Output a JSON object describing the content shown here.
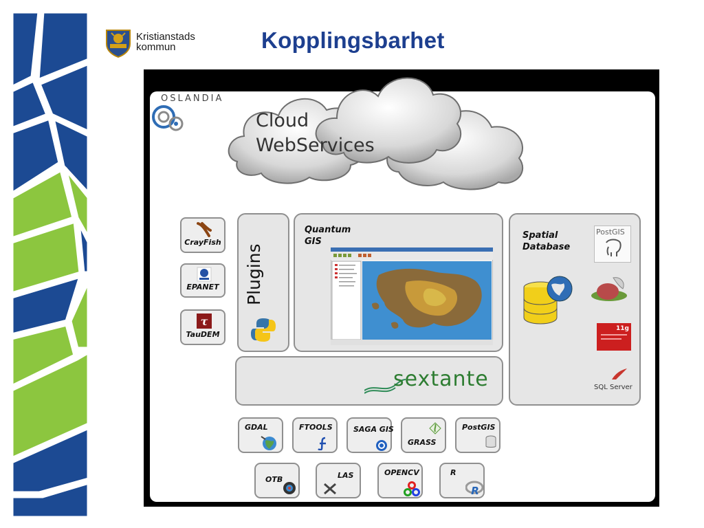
{
  "slide": {
    "title": "Kopplingsbarhet",
    "logo": {
      "line1": "Kristianstads",
      "line2": "kommun"
    }
  },
  "figure": {
    "brand": {
      "text": "OSLANDIA"
    },
    "cloud": {
      "line1": "Cloud",
      "line2": "WebServices"
    },
    "plugins": {
      "label": "Plugins"
    },
    "qgis": {
      "line1": "Quantum",
      "line2": "GIS"
    },
    "sextante": {
      "text": "sextante"
    },
    "spatial_db": {
      "line1": "Spatial",
      "line2": "Database",
      "postgis_logo": "PostGIS",
      "oracle_badge": "11g",
      "sqlserver": "SQL Server"
    },
    "side_tools": [
      {
        "label": "CrayFish"
      },
      {
        "label": "EPANET"
      },
      {
        "label": "TauDEM"
      }
    ],
    "bottom_tools_row1": [
      {
        "label": "GDAL"
      },
      {
        "label": "FTOOLS"
      },
      {
        "label": "SAGA GIS"
      },
      {
        "label": "GRASS"
      },
      {
        "label": "PostGIS"
      }
    ],
    "bottom_tools_row2": [
      {
        "label": "OTB"
      },
      {
        "label": "LAS"
      },
      {
        "label": "OPENCV"
      },
      {
        "label": "R"
      }
    ]
  },
  "colors": {
    "title_blue": "#1d3f8f",
    "tile_blue": "#1c4a93",
    "tile_green": "#8cc63f",
    "box_fill": "#e6e6e6",
    "box_border": "#8f8f8f"
  }
}
